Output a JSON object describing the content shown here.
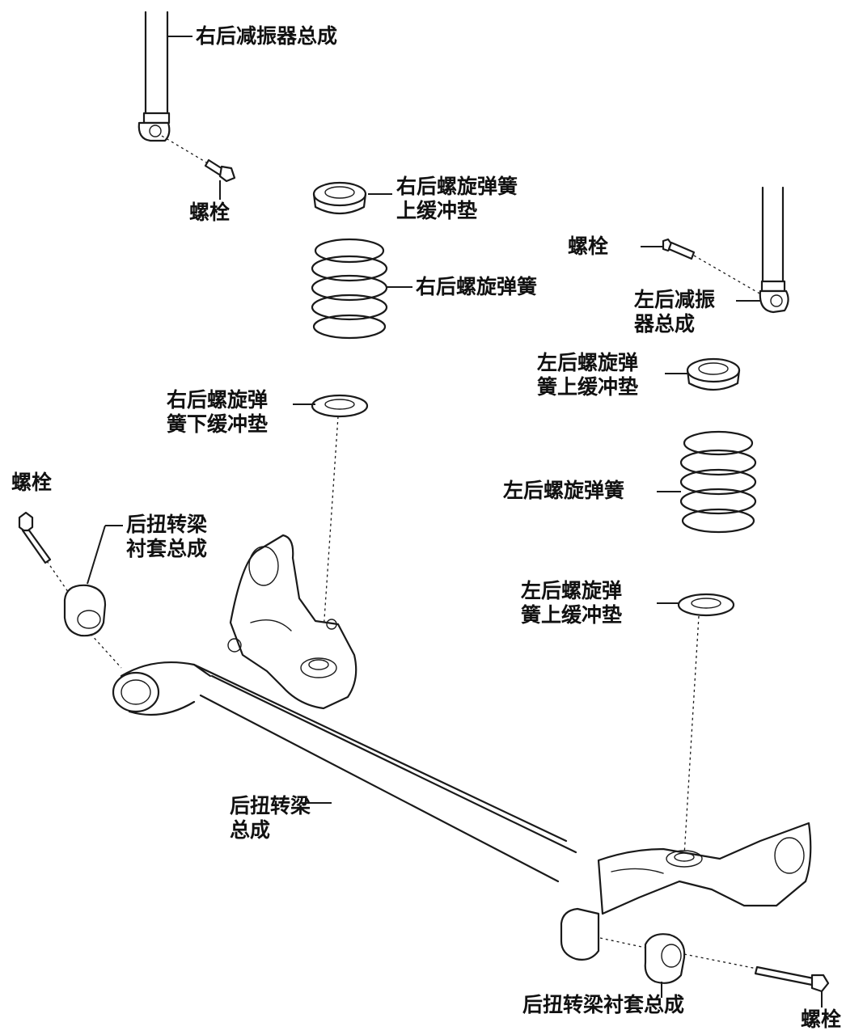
{
  "labels": {
    "right_shock": "右后减振器总成",
    "bolt_right_shock": "螺栓",
    "right_upper_pad": "右后螺旋弹簧\n上缓冲垫",
    "right_spring": "右后螺旋弹簧",
    "bolt_left_shock": "螺栓",
    "left_shock": "左后减振\n器总成",
    "left_upper_pad": "左后螺旋弹\n簧上缓冲垫",
    "right_lower_pad": "右后螺旋弹\n簧下缓冲垫",
    "bolt_left_bushing": "螺栓",
    "bushing_left": "后扭转梁\n衬套总成",
    "left_spring": "左后螺旋弹簧",
    "left_lower_pad": "左后螺旋弹\n簧上缓冲垫",
    "beam": "后扭转梁\n总成",
    "bushing_right": "后扭转梁衬套总成",
    "bolt_right_bushing": "螺栓"
  }
}
